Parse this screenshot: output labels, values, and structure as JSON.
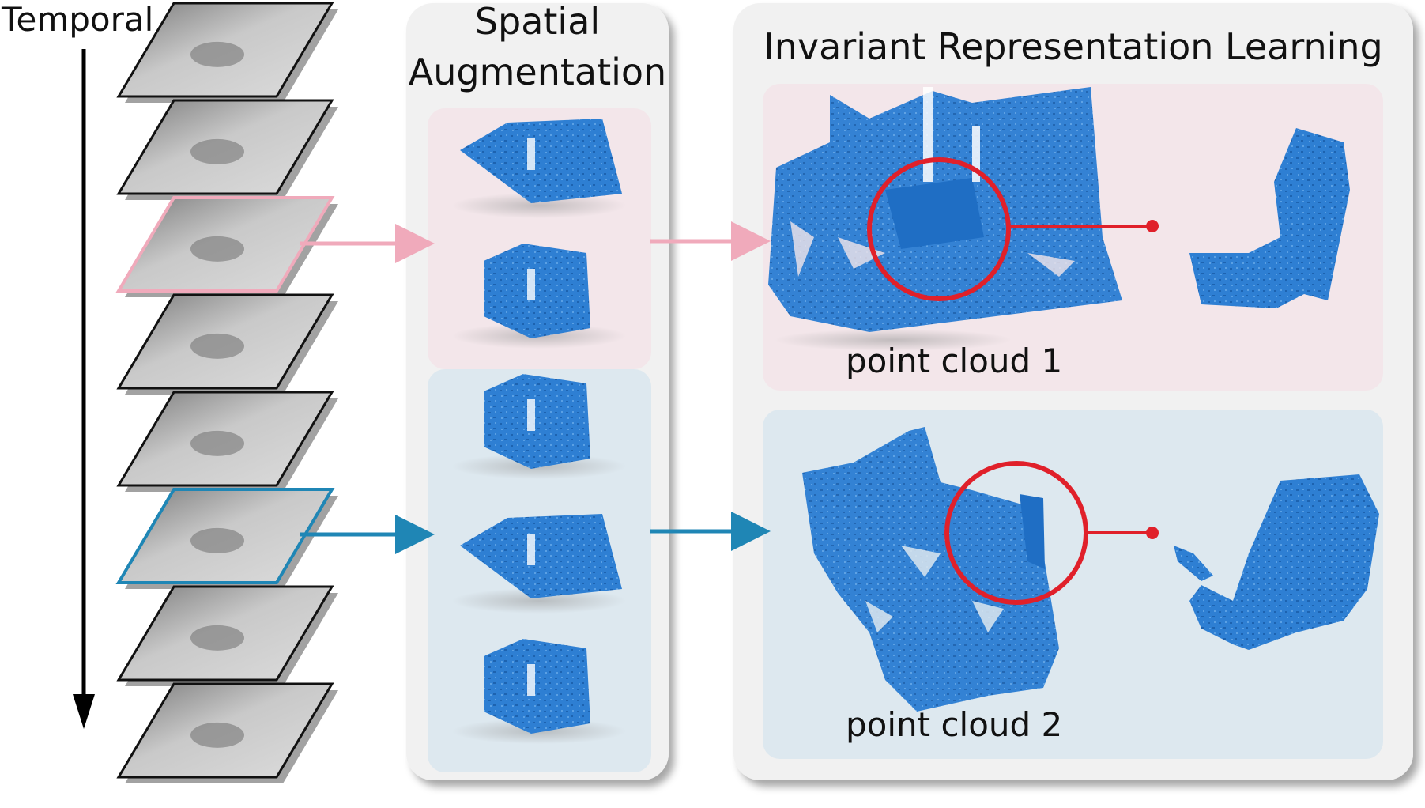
{
  "temporal_label": "Temporal",
  "spatial_panel": {
    "title_line1": "Spatial",
    "title_line2": "Augmentation"
  },
  "irl_panel": {
    "title": "Invariant Representation Learning",
    "cloud1_label": "point cloud 1",
    "cloud2_label": "point cloud 2"
  },
  "colors": {
    "pink_accent": "#f0aabb",
    "blue_accent": "#1f86b5",
    "point_blue": "#2e7fd3",
    "red_circle": "#e0202a",
    "pink_panel": "#f3e6ea",
    "blue_panel": "#dde8ef",
    "grey_panel": "#f1f1f1"
  },
  "highlighted_frames": [
    {
      "index": 3,
      "border": "pink"
    },
    {
      "index": 6,
      "border": "blue"
    }
  ],
  "frame_count": 8
}
